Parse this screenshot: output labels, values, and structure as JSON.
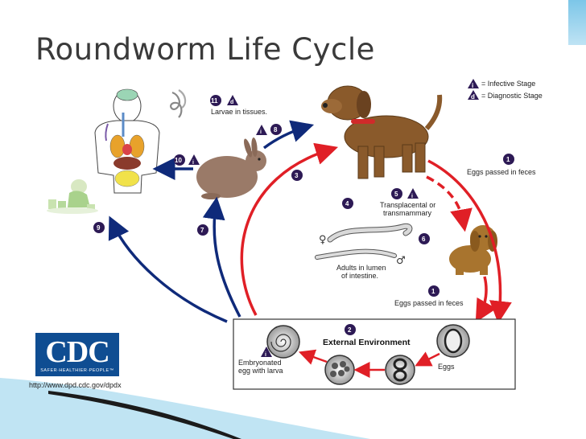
{
  "title": "Roundworm Life Cycle",
  "legend": {
    "infective_label": "= Infective Stage",
    "diagnostic_label": "= Diagnostic Stage",
    "infective_symbol": "i",
    "diagnostic_symbol": "d"
  },
  "steps": {
    "s1": "1",
    "s2": "2",
    "s3": "3",
    "s4": "4",
    "s5": "5",
    "s6": "6",
    "s7": "7",
    "s8": "8",
    "s9": "9",
    "s10": "10",
    "s11": "11"
  },
  "labels": {
    "larvae_tissues": "Larvae in tissues.",
    "eggs_feces_1": "Eggs passed in feces",
    "eggs_feces_2": "Eggs passed in feces",
    "transplacental_1": "Transplacental or",
    "transplacental_2": "transmammary",
    "adults_1": "Adults in lumen",
    "adults_2": "of intestine.",
    "female_symbol": "♀",
    "male_symbol": "♂",
    "external_environment": "External Environment",
    "eggs": "Eggs",
    "embryonated_1": "Embryonated",
    "embryonated_2": "egg with larva"
  },
  "cdc": {
    "logo_text": "CDC",
    "tagline": "SAFER·HEALTHIER·PEOPLE™",
    "url": "http://www.dpd.cdc.gov/dpdx"
  },
  "colors": {
    "red_arrow": "#e01f26",
    "blue_arrow": "#0f2a7a",
    "badge": "#2d1a55",
    "dog": "#8a5a2b",
    "puppy": "#a8742e",
    "rabbit": "#9a7a68",
    "cdc_blue": "#0f4d92"
  }
}
